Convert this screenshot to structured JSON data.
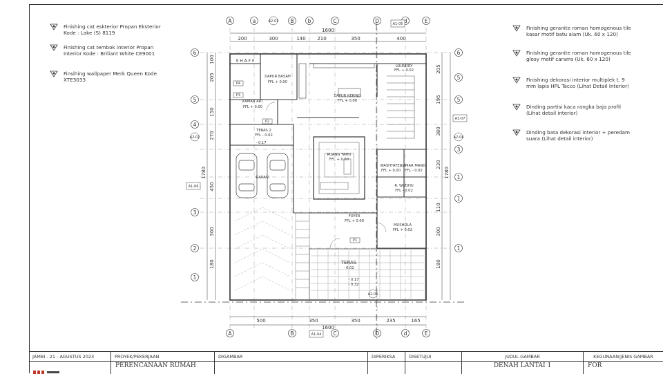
{
  "legend_left": [
    {
      "mark": "②",
      "text": "Finishing cat eskterior Propan Eksterior\nKode : Lake (S) 8119"
    },
    {
      "mark": "③",
      "text": "Finishing cat tembok interior Propan\nInterior Kode : Briliant White CE9001"
    },
    {
      "mark": "④",
      "text": "Finsihing wallpaper Merk Queen Kode\nXTE3033"
    }
  ],
  "legend_right": [
    {
      "mark": "⑤",
      "text": "Finishing geranite roman homogenous tile\nkasar motif batu alam (Uk. 60 x 120)"
    },
    {
      "mark": "⑥",
      "text": "Finishing geranite roman homogenous tile\nglosy motif cararra  (Uk. 60 x 120)"
    },
    {
      "mark": "⑦",
      "text": "Finishing dekorasi interior multiplek t. 9\nmm lapis HPL Tacco (Lihat Detail Interior)"
    },
    {
      "mark": "⑧",
      "text": "Dinding partisi kaca rangka baja profil\n(Lihat detail interior)"
    },
    {
      "mark": "⑨",
      "text": "Dinding bata dekorasi interior + peredam\nsuara (Lihat detail interior)"
    }
  ],
  "grid": {
    "top_labels": [
      "A",
      "a",
      "B",
      "b",
      "C",
      "D",
      "d",
      "E"
    ],
    "side_labels": [
      "6",
      "5",
      "4",
      "3",
      "2",
      "1"
    ],
    "top_total": "1600",
    "top_dims": [
      "200",
      "300",
      "140",
      "210",
      "350",
      "400"
    ],
    "bottom_dims": [
      "500",
      "350",
      "350",
      "235",
      "165"
    ],
    "bottom_total": "1600",
    "left_total": "1780",
    "right_total": "1780",
    "left_dims": [
      "100",
      "205",
      "150",
      "270",
      "450",
      "300",
      "180"
    ],
    "right_dims": [
      "205",
      "195",
      "380",
      "230",
      "110",
      "300",
      "180"
    ]
  },
  "rooms": [
    {
      "name": "SHAFF",
      "level": ""
    },
    {
      "name": "DAPUR BASAH",
      "level": "FFL + 0.00"
    },
    {
      "name": "LOUNDRY",
      "level": "FFL + 0.02"
    },
    {
      "name": "DAPUR KERING",
      "level": "FFL + 0.00"
    },
    {
      "name": "KAMAR ART",
      "level": "FFL + 0.00"
    },
    {
      "name": "TERAS 2",
      "level": "FFL - 0.02"
    },
    {
      "name": "RUANG TAMU",
      "level": "FFL + 0.00"
    },
    {
      "name": "WASHTAFEL",
      "level": "FFL + 0.00"
    },
    {
      "name": "KAMAR MANDI",
      "level": "FFL - 0.02"
    },
    {
      "name": "GARASI",
      "level": ""
    },
    {
      "name": "R. WUDHU",
      "level": "FFL - 0.02"
    },
    {
      "name": "FOYER",
      "level": "FFL + 0.00"
    },
    {
      "name": "MUSHOLA",
      "level": "FFL + 0.02"
    },
    {
      "name": "TERAS",
      "level": "- 0.02"
    }
  ],
  "levels": [
    "- 0.17",
    "- 0.17",
    "- 0.32"
  ],
  "tags": [
    "P1",
    "P2",
    "P3",
    "P4",
    "A1-05",
    "A1-07",
    "A1-06",
    "A1-04",
    "A2-03",
    "A2-02",
    "A2-04",
    "A2-06"
  ],
  "title_block": {
    "date": "JAMBI - 21 - AGUSTUS 2023",
    "project_header": "PROYEK/PEKERJAAN",
    "project_value": "PERENCANAAN RUMAH",
    "drawn_header": "DIGAMBAR",
    "checked_header": "DIPERIKSA",
    "approved_header": "DISETUJUI",
    "drawing_title_header": "JUDUL GAMBAR",
    "drawing_title_value": "DENAH LANTAI 1",
    "usage_header": "KEGUNAAN/JENIS GAMBAR",
    "usage_value": "FOR"
  }
}
